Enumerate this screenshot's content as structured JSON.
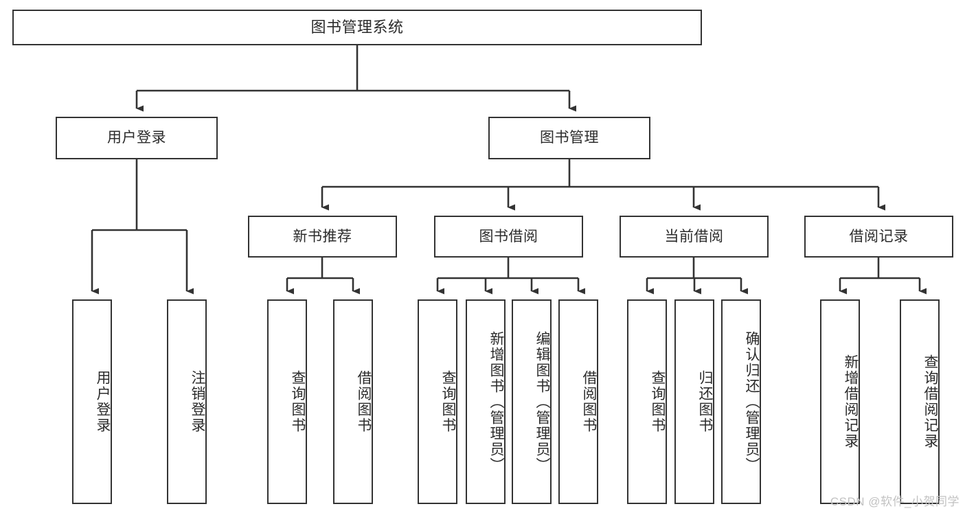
{
  "diagram": {
    "title": "图书管理系统",
    "type": "tree-hierarchy",
    "watermark": "CSDN @软件_小贺同学",
    "colors": {
      "box_border": "#333333",
      "box_fill": "#ffffff",
      "connector": "#333333",
      "text": "#2b2b2b",
      "watermark_text": "#c2c2c2"
    },
    "levels": {
      "root": {
        "label": "图书管理系统"
      },
      "level2": [
        {
          "label": "用户登录"
        },
        {
          "label": "图书管理"
        }
      ],
      "level3": [
        {
          "label": "新书推荐"
        },
        {
          "label": "图书借阅"
        },
        {
          "label": "当前借阅"
        },
        {
          "label": "借阅记录"
        }
      ],
      "leaves": {
        "user_login": [
          {
            "label": "用户登录"
          },
          {
            "label": "注销登录"
          }
        ],
        "new_book_recommend": [
          {
            "label": "查询图书"
          },
          {
            "label": "借阅图书"
          }
        ],
        "book_borrow": [
          {
            "label": "查询图书"
          },
          {
            "label": "新增图书（管理员）"
          },
          {
            "label": "编辑图书（管理员）"
          },
          {
            "label": "借阅图书"
          }
        ],
        "current_borrow": [
          {
            "label": "查询图书"
          },
          {
            "label": "归还图书"
          },
          {
            "label": "确认归还（管理员）"
          }
        ],
        "borrow_record": [
          {
            "label": "新增借阅记录"
          },
          {
            "label": "查询借阅记录"
          }
        ]
      }
    }
  }
}
